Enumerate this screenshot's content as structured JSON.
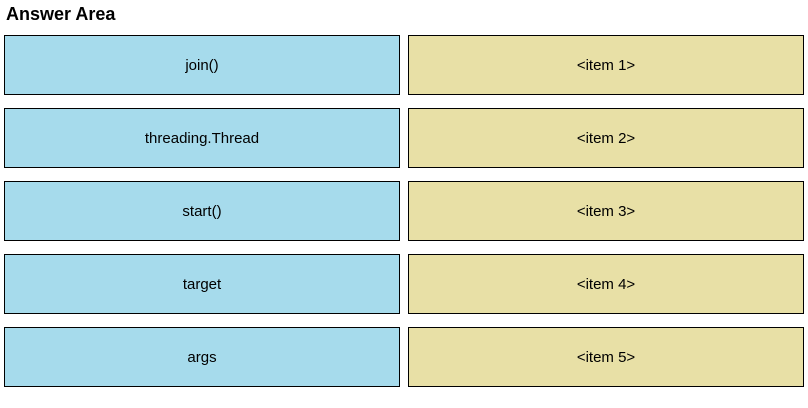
{
  "title": "Answer Area",
  "colors": {
    "left_box": "#a6dbec",
    "right_box": "#e8e0a6",
    "border": "#000000"
  },
  "rows": [
    {
      "left": "join()",
      "right": "<item 1>"
    },
    {
      "left": "threading.Thread",
      "right": "<item 2>"
    },
    {
      "left": "start()",
      "right": "<item 3>"
    },
    {
      "left": "target",
      "right": "<item 4>"
    },
    {
      "left": "args",
      "right": "<item 5>"
    }
  ]
}
